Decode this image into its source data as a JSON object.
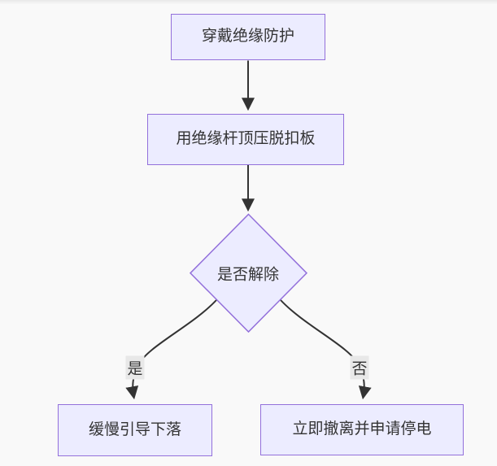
{
  "diagram": {
    "type": "flowchart",
    "direction": "top-down",
    "nodes": [
      {
        "id": "A",
        "shape": "rectangle",
        "label": "穿戴绝缘防护"
      },
      {
        "id": "B",
        "shape": "rectangle",
        "label": "用绝缘杆顶压脱扣板"
      },
      {
        "id": "C",
        "shape": "diamond",
        "label": "是否解除"
      },
      {
        "id": "D",
        "shape": "rectangle",
        "label": "缓慢引导下落"
      },
      {
        "id": "E",
        "shape": "rectangle",
        "label": "立即撤离并申请停电"
      }
    ],
    "edges": [
      {
        "from": "A",
        "to": "B",
        "label": ""
      },
      {
        "from": "B",
        "to": "C",
        "label": ""
      },
      {
        "from": "C",
        "to": "D",
        "label": "是"
      },
      {
        "from": "C",
        "to": "E",
        "label": "否"
      }
    ]
  },
  "theme": {
    "node-fill": "#ECECFF",
    "node-border": "#9370DB",
    "edge-color": "#333333",
    "text-color": "#333333",
    "edge-label-bg": "#e8e8e8",
    "canvas-bg": "#f9f9f9"
  }
}
